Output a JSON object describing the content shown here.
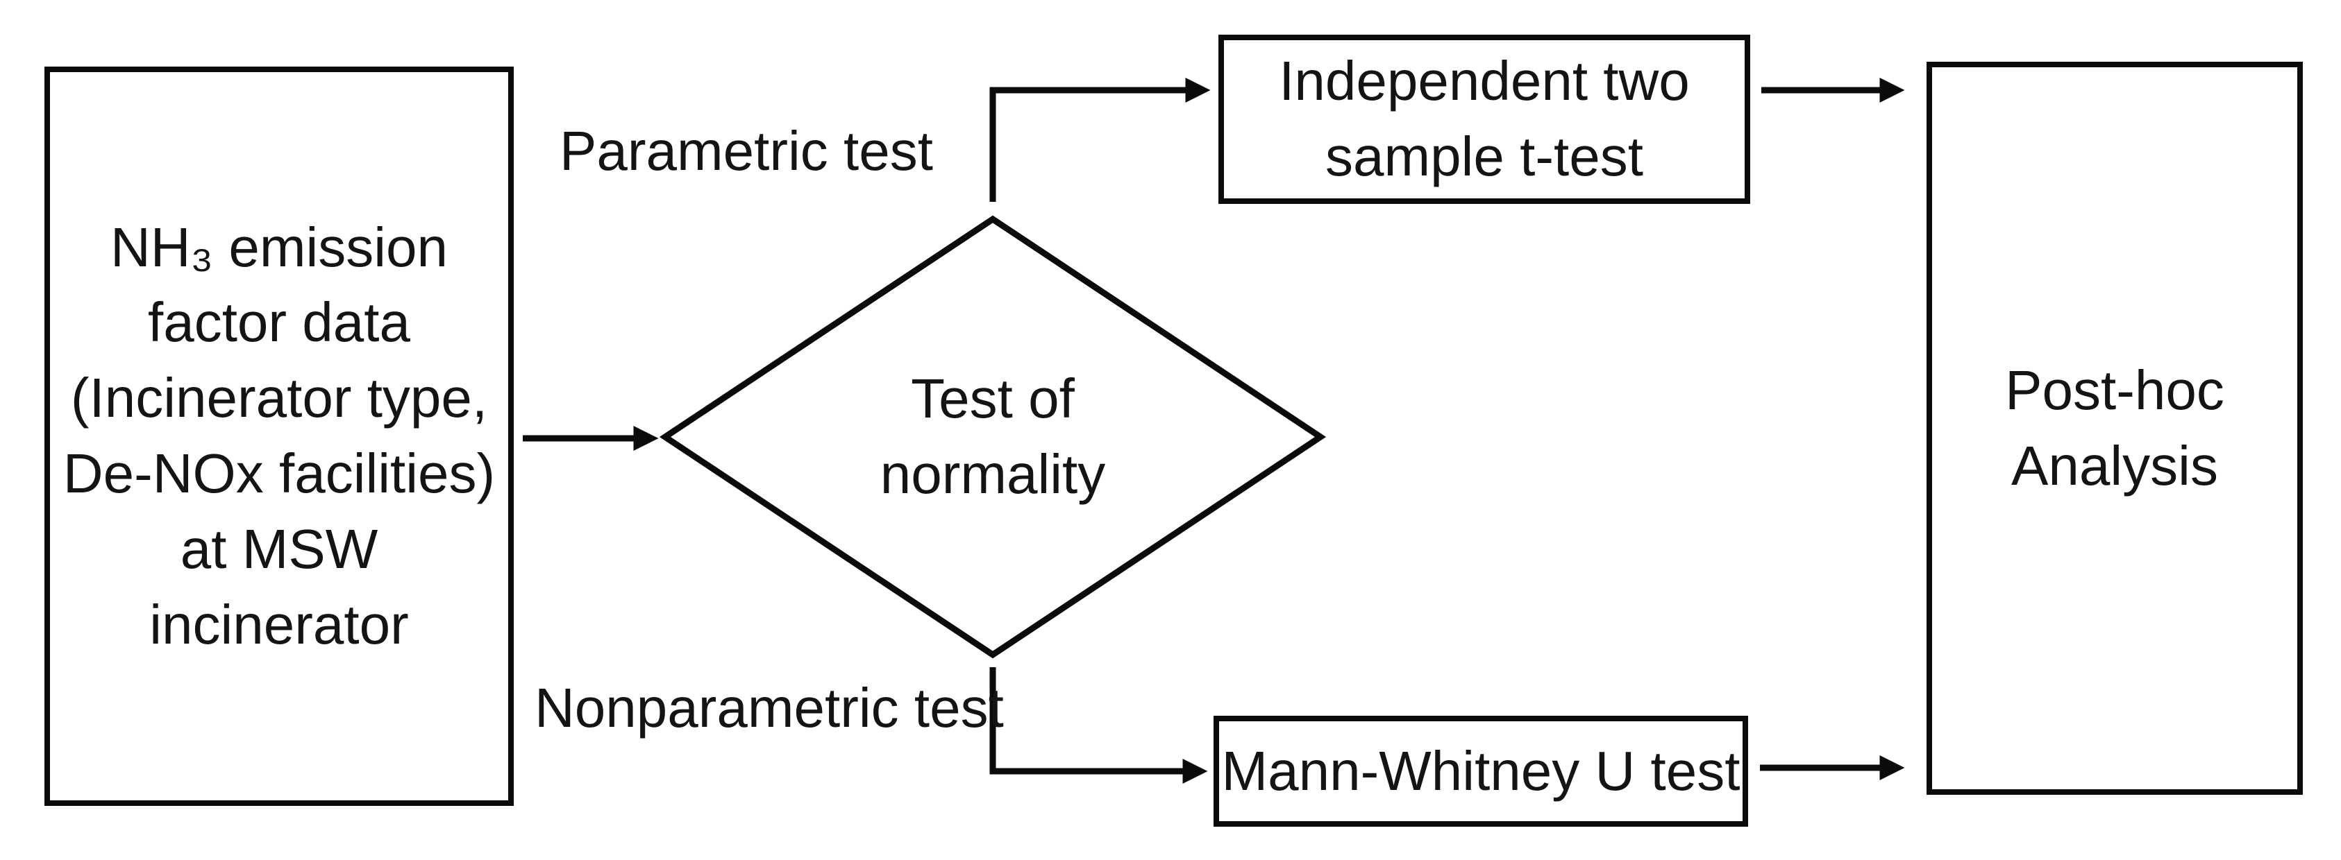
{
  "diagram": {
    "type": "flowchart",
    "background_color": "#ffffff",
    "stroke_color": "#0b0b0b",
    "text_color": "#141414",
    "nodes": {
      "source": {
        "shape": "rectangle",
        "lines": [
          "NH₃ emission",
          "factor data",
          "(Incinerator type,",
          "De-NOx facilities)",
          "at MSW incinerator"
        ]
      },
      "decision": {
        "shape": "diamond",
        "lines": [
          "Test of",
          "normality"
        ]
      },
      "parametric_result": {
        "shape": "rectangle",
        "lines": [
          "Independent two",
          "sample t-test"
        ]
      },
      "nonparametric_result": {
        "shape": "rectangle",
        "lines": [
          "Mann-Whitney U test"
        ]
      },
      "final": {
        "shape": "rectangle",
        "lines": [
          "Post-hoc",
          "Analysis"
        ]
      }
    },
    "edges": [
      {
        "from": "source",
        "to": "decision",
        "label": ""
      },
      {
        "from": "decision",
        "to": "parametric_result",
        "label": "Parametric test"
      },
      {
        "from": "decision",
        "to": "nonparametric_result",
        "label": "Nonparametric test"
      },
      {
        "from": "parametric_result",
        "to": "final",
        "label": ""
      },
      {
        "from": "nonparametric_result",
        "to": "final",
        "label": ""
      }
    ]
  }
}
